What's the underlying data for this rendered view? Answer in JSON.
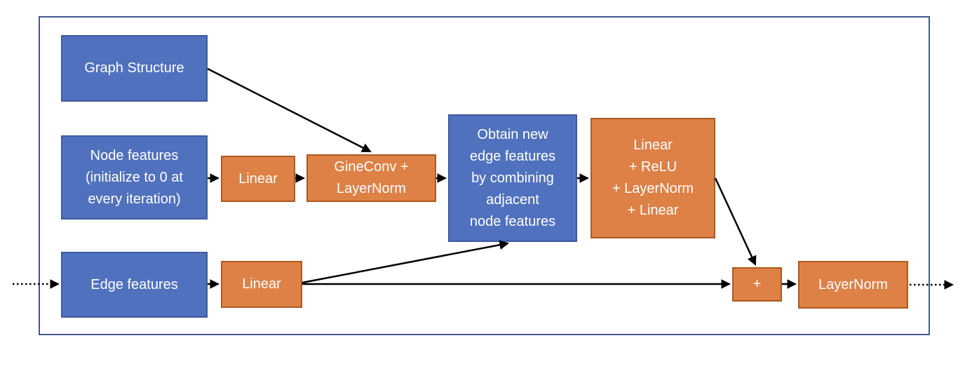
{
  "diagram": {
    "description": "Flow diagram of a graph neural network edge-feature update block",
    "colors": {
      "input_fill": "#5071BD",
      "input_border": "#3C5CA0",
      "operation_fill": "#DD8147",
      "operation_border": "#AC5A21",
      "frame_border": "#41588F",
      "arrow": "#000000",
      "text": "#FFFFFF",
      "background": "#FFFFFF"
    },
    "nodes": [
      {
        "id": "graph-structure",
        "type": "input",
        "label": "Graph Structure"
      },
      {
        "id": "node-features",
        "type": "input",
        "label": "Node features\n(initialize to 0 at\nevery iteration)"
      },
      {
        "id": "edge-features",
        "type": "input",
        "label": "Edge features"
      },
      {
        "id": "linear-node",
        "type": "operation",
        "label": "Linear"
      },
      {
        "id": "gineconv-layernorm",
        "type": "operation",
        "label": "GineConv +\nLayerNorm"
      },
      {
        "id": "obtain-new-edge-features",
        "type": "step",
        "label": "Obtain new\nedge features\nby combining\nadjacent\nnode features"
      },
      {
        "id": "mlp-block",
        "type": "operation",
        "label": "Linear\n+ ReLU\n+ LayerNorm\n+ Linear"
      },
      {
        "id": "linear-edge",
        "type": "operation",
        "label": "Linear"
      },
      {
        "id": "sum",
        "type": "operation",
        "label": "+"
      },
      {
        "id": "layernorm-out",
        "type": "operation",
        "label": "LayerNorm"
      }
    ],
    "edges": [
      {
        "from": "graph-structure",
        "to": "gineconv-layernorm",
        "style": "solid"
      },
      {
        "from": "node-features",
        "to": "linear-node",
        "style": "solid"
      },
      {
        "from": "linear-node",
        "to": "gineconv-layernorm",
        "style": "solid"
      },
      {
        "from": "gineconv-layernorm",
        "to": "obtain-new-edge-features",
        "style": "solid"
      },
      {
        "from": "obtain-new-edge-features",
        "to": "mlp-block",
        "style": "solid"
      },
      {
        "from": "mlp-block",
        "to": "sum",
        "style": "solid"
      },
      {
        "from": "edge-features",
        "to": "linear-edge",
        "style": "solid"
      },
      {
        "from": "linear-edge",
        "to": "obtain-new-edge-features",
        "style": "solid"
      },
      {
        "from": "linear-edge",
        "to": "sum",
        "style": "solid"
      },
      {
        "from": "sum",
        "to": "layernorm-out",
        "style": "solid"
      },
      {
        "from": "external-input",
        "to": "edge-features",
        "style": "dotted"
      },
      {
        "from": "layernorm-out",
        "to": "external-output",
        "style": "dotted"
      }
    ]
  }
}
